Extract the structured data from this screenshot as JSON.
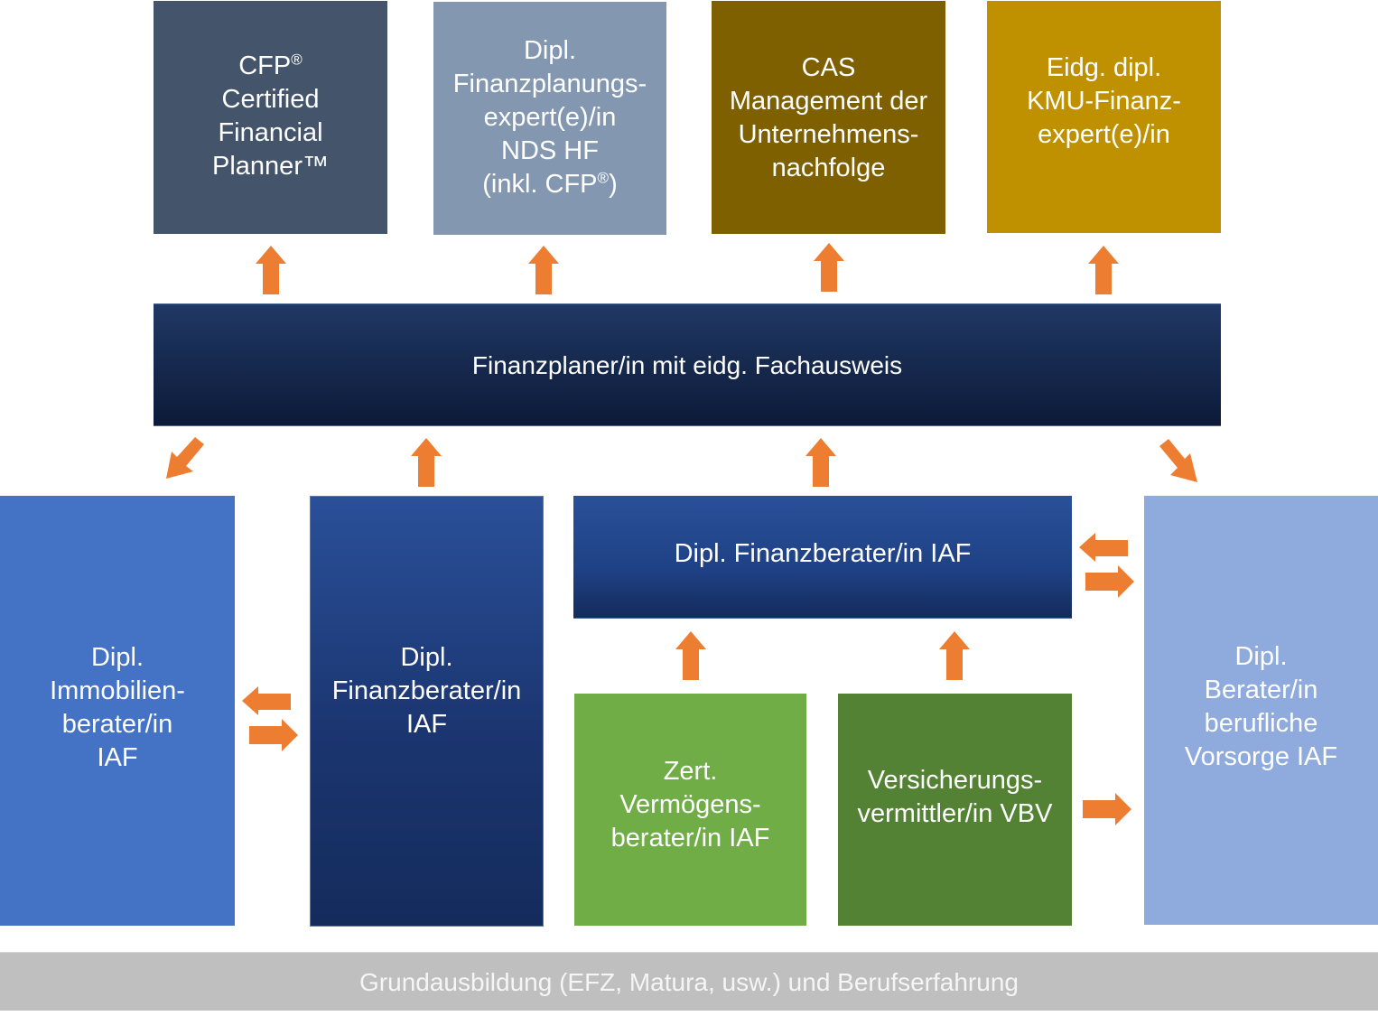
{
  "colors": {
    "arrow": "#ed7d31",
    "cfp": "#44546a",
    "nds": "#8497b0",
    "cas": "#7f6000",
    "kmu": "#bf9000",
    "finanzplaner_top": "#1f3864",
    "finanzplaner_bottom": "#0d1a38",
    "immobilien": "#4472c4",
    "finanzberater_top": "#2a5099",
    "finanzberater_bottom": "#142c5c",
    "vermoegens": "#70ad47",
    "versicherung": "#548235",
    "vorsorge": "#8faadc",
    "grundausbildung": "#bfbfbf"
  },
  "top_row": [
    {
      "id": "cfp",
      "line1": "CFP",
      "line1_sup": "®",
      "rest": "Certified\nFinancial\nPlanner™"
    },
    {
      "id": "nds",
      "text": "Dipl.\nFinanzplanungs-\nexpert(e)/in\nNDS HF",
      "last_prefix": "(inkl. CFP",
      "last_sup": "®",
      "last_suffix": ")"
    },
    {
      "id": "cas",
      "text": "CAS\nManagement der\nUnternehmens-\nnachfolge"
    },
    {
      "id": "kmu",
      "text": "Eidg. dipl.\nKMU-Finanz-\nexpert(e)/in"
    }
  ],
  "middle": {
    "text": "Finanzplaner/in mit eidg. Fachausweis"
  },
  "bottom_row": {
    "immobilien": "Dipl.\nImmobilien-\nberater/in\nIAF",
    "finanzberater_tall": "Dipl.\nFinanzberater/in\nIAF",
    "finanzberater_wide": "Dipl. Finanzberater/in IAF",
    "vermoegens": "Zert.\nVermögens-\nberater/in IAF",
    "versicherung": "Versicherungs-\nvermittler/in VBV",
    "vorsorge": "Dipl.\nBerater/in\nberufliche\nVorsorge IAF"
  },
  "base": {
    "text": "Grundausbildung (EFZ, Matura, usw.) und Berufserfahrung"
  },
  "icons": {
    "arrow": "block-arrow-icon"
  }
}
